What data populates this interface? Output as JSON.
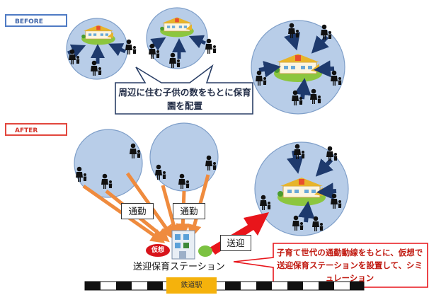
{
  "before_label": "BEFORE",
  "after_label": "AFTER",
  "before_callout": "周辺に住む子供の数をもとに保育園を配置",
  "after_callout": "子育て世代の通勤動線をもとに、仮想で送迎保育ステーションを設置して、シミュレーション",
  "commute_label_1": "通勤",
  "commute_label_2": "通勤",
  "pickup_label": "送迎",
  "virtual_badge": "仮想",
  "station_name": "送迎保育ステーション",
  "railway_station": "鉄道駅",
  "colors": {
    "circle_fill": "#b8cde8",
    "circle_stroke": "#7f9fc9",
    "inward_arrow": "#1e3a6d",
    "commute_arrow": "#ef8b3e",
    "pickup_arrow": "#e8151b",
    "callout_border": "#2a3f66",
    "red_border": "#e8151b"
  }
}
